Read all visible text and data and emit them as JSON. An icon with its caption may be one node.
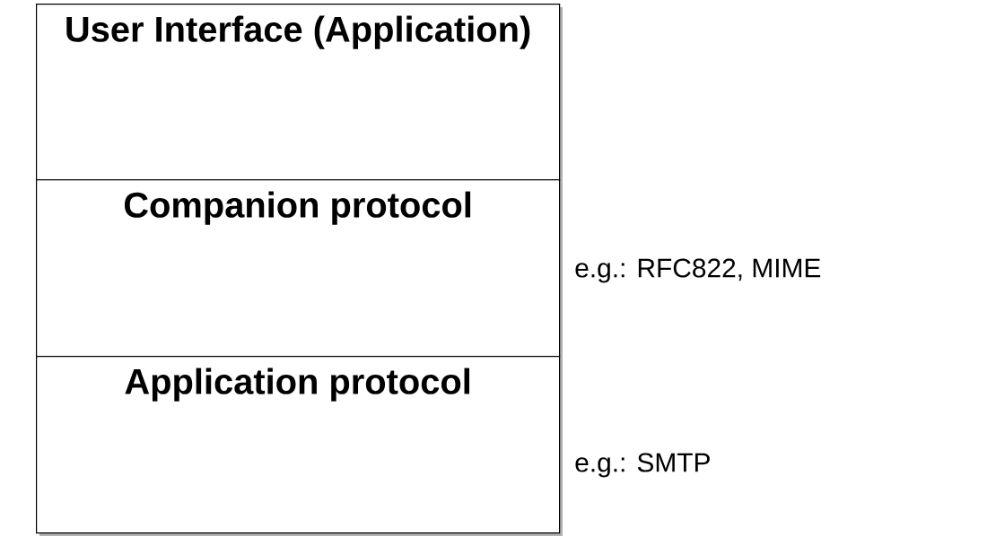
{
  "diagram": {
    "nodes": [
      {
        "text": [
          "User Interface (Application)"
        ]
      },
      {
        "text": [
          "Companion protocol"
        ],
        "beside": [
          "e.g.: RFC822, MIME"
        ]
      },
      {
        "text": [
          "Application protocol"
        ],
        "beside": [
          "e.g.: SMTP"
        ]
      }
    ]
  }
}
